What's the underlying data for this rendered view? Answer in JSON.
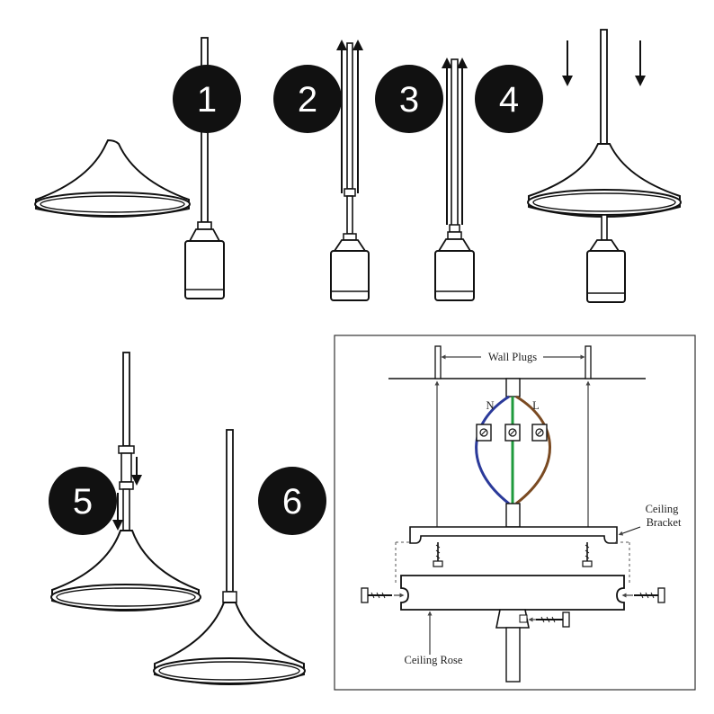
{
  "steps": [
    {
      "number": "1"
    },
    {
      "number": "2"
    },
    {
      "number": "3"
    },
    {
      "number": "4"
    },
    {
      "number": "5"
    },
    {
      "number": "6"
    }
  ],
  "wiring_diagram": {
    "wall_plugs_label": "Wall Plugs",
    "neutral_label": "N",
    "live_label": "L",
    "ceiling_bracket_label_line1": "Ceiling",
    "ceiling_bracket_label_line2": "Bracket",
    "ceiling_rose_label": "Ceiling Rose"
  },
  "colors": {
    "neutral_wire": "#2b3a9a",
    "earth_wire": "#1f9a3c",
    "live_wire": "#7a4a22",
    "badge": "#111111"
  }
}
